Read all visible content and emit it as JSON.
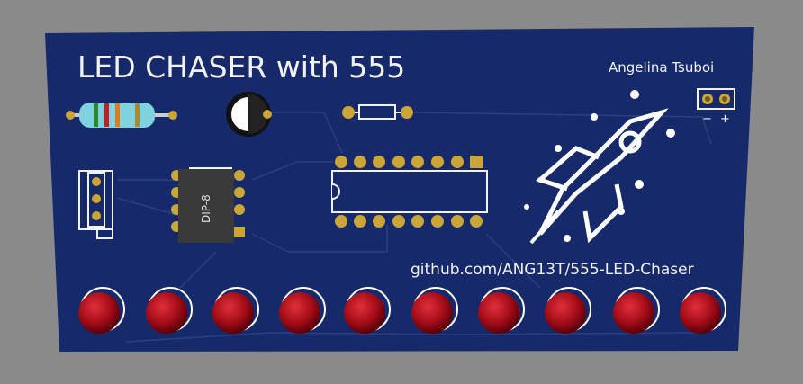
{
  "board": {
    "title": "LED CHASER with 555",
    "author": "Angelina Tsuboi",
    "url": "github.com/ANG13T/555-LED-Chaser",
    "chip_label": "DIP-8",
    "power_minus": "−",
    "power_plus": "+",
    "led_count": 10
  },
  "colors": {
    "background": "#8a8a8a",
    "pcb": "#16296b",
    "silkscreen": "#f2f2f2",
    "pad": "#c9a53a",
    "led": "#b0101a"
  }
}
